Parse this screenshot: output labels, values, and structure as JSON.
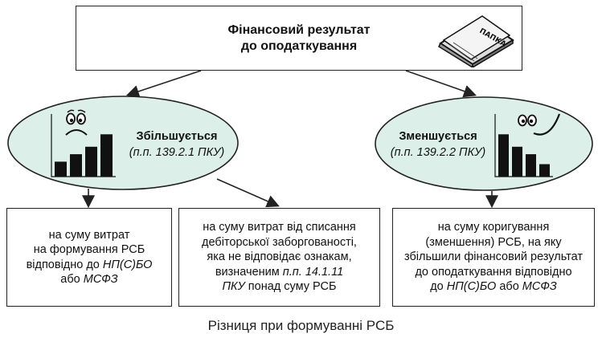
{
  "top": {
    "title_line1": "Фінансовий результат",
    "title_line2": "до оподаткування",
    "folder_label": "ПАПКА"
  },
  "left_node": {
    "head": "Збільшується",
    "ref": "(п.п. 139.2.1 ПКУ)",
    "bars": [
      0.3,
      0.45,
      0.6,
      0.85
    ]
  },
  "right_node": {
    "head": "Зменшується",
    "ref": "(п.п. 139.2.2 ПКУ)",
    "bars": [
      0.85,
      0.6,
      0.45,
      0.25
    ]
  },
  "leaves": {
    "a": {
      "l1": "на суму витрат",
      "l2": "на формування РСБ",
      "l3": "відповідно до ",
      "l3i": "НП(С)БО",
      "l4": "або ",
      "l4i": "МСФЗ"
    },
    "b": {
      "l1": "на суму витрат від списання",
      "l2": "дебіторської заборгованості,",
      "l3": "яка не відповідає ознакам,",
      "l4": "визначеним ",
      "l4i": "п.п. 14.1.11",
      "l5i": "ПКУ",
      "l5": " понад суму РСБ"
    },
    "c": {
      "l1": "на суму коригування",
      "l2": "(зменшення) РСБ, на яку",
      "l3": "збільшили фінансовий результат",
      "l4": "до оподаткування відповідно",
      "l5": "до ",
      "l5i": "НП(С)БО",
      "l5b": " або ",
      "l5c": "МСФЗ"
    }
  },
  "caption": "Різниця при формуванні РСБ",
  "colors": {
    "ellipse_fill": "#dcefe9",
    "bar": "#111111"
  }
}
